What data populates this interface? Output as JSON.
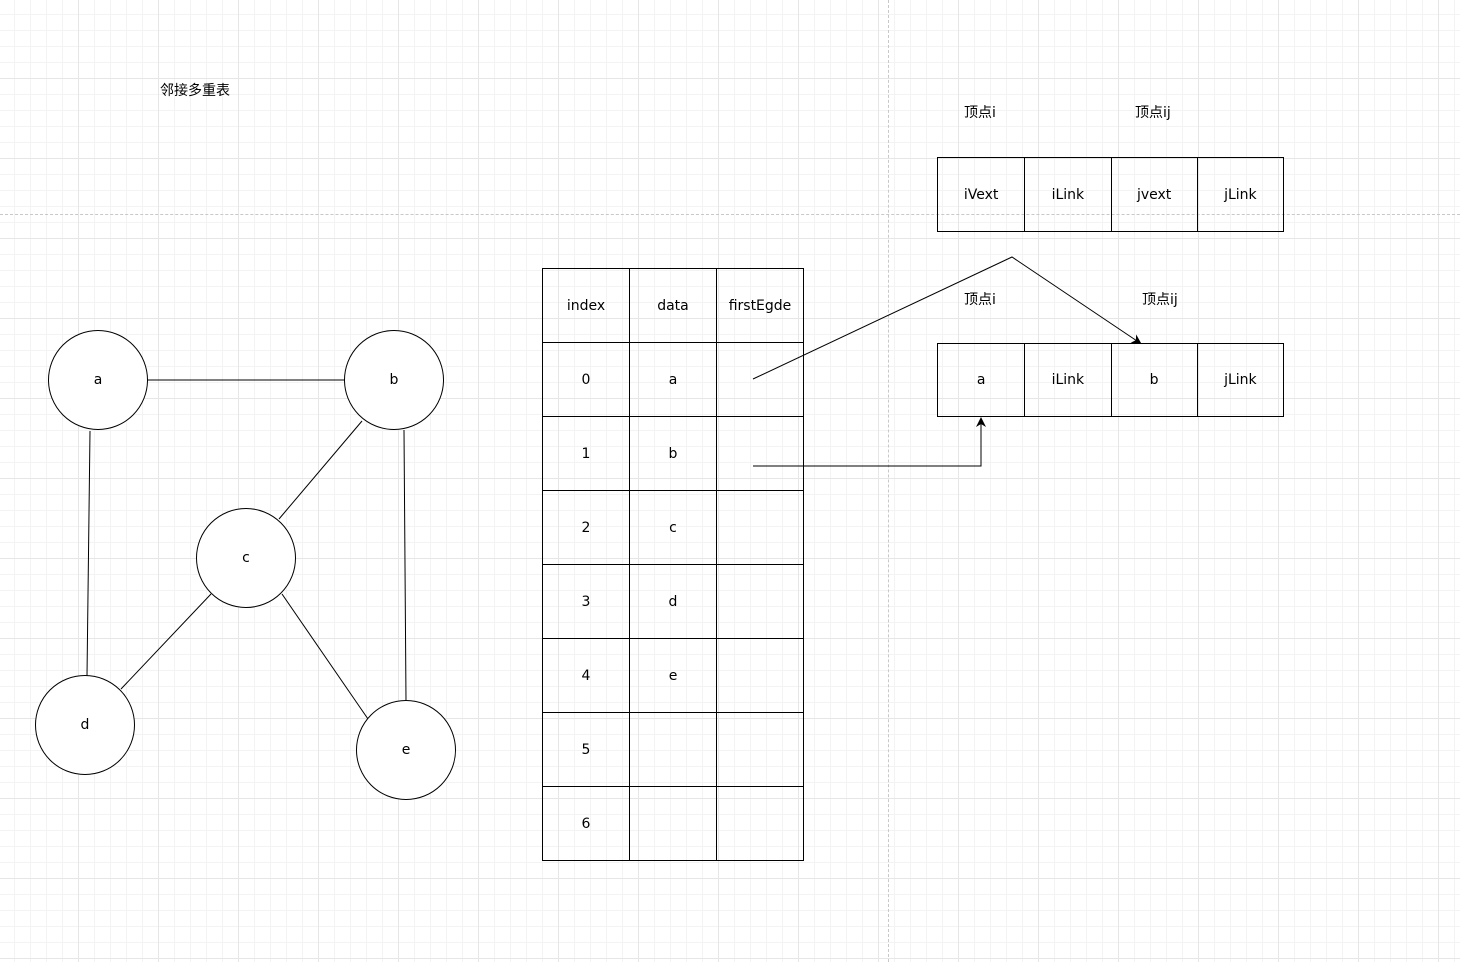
{
  "title": "邻接多重表",
  "graph": {
    "nodes": [
      {
        "id": "a",
        "label": "a"
      },
      {
        "id": "b",
        "label": "b"
      },
      {
        "id": "c",
        "label": "c"
      },
      {
        "id": "d",
        "label": "d"
      },
      {
        "id": "e",
        "label": "e"
      }
    ],
    "edges": [
      [
        "a",
        "b"
      ],
      [
        "a",
        "d"
      ],
      [
        "b",
        "c"
      ],
      [
        "b",
        "e"
      ],
      [
        "c",
        "d"
      ],
      [
        "c",
        "e"
      ]
    ]
  },
  "vertex_table": {
    "headers": [
      "index",
      "data",
      "firstEgde"
    ],
    "rows": [
      {
        "index": "0",
        "data": "a",
        "firstEdge": ""
      },
      {
        "index": "1",
        "data": "b",
        "firstEdge": ""
      },
      {
        "index": "2",
        "data": "c",
        "firstEdge": ""
      },
      {
        "index": "3",
        "data": "d",
        "firstEdge": ""
      },
      {
        "index": "4",
        "data": "e",
        "firstEdge": ""
      },
      {
        "index": "5",
        "data": "",
        "firstEdge": ""
      },
      {
        "index": "6",
        "data": "",
        "firstEdge": ""
      }
    ]
  },
  "edge_node_template": {
    "label_i": "顶点i",
    "label_j": "顶点ij",
    "fields": [
      "iVext",
      "iLink",
      "jvext",
      "jLink"
    ]
  },
  "edge_node_example": {
    "label_i": "顶点i",
    "label_j": "顶点ij",
    "fields": [
      "a",
      "iLink",
      "b",
      "jLink"
    ]
  }
}
